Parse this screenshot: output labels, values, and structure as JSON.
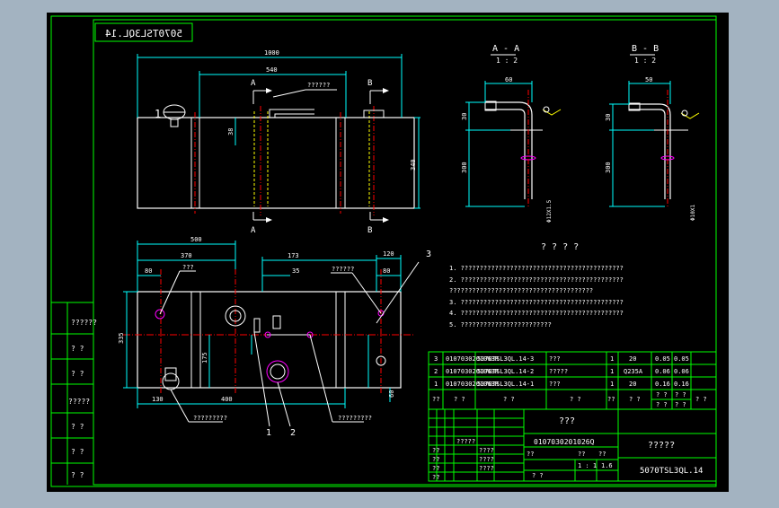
{
  "colors": {
    "canvas": "#000000",
    "chrome": "#a3b3c1",
    "frame": "#00ff00",
    "outline": "#ffffff",
    "dimension": "#00ffff",
    "centerline": "#ff0000",
    "hidden": "#ffff00",
    "pipe": "#ff00ff"
  },
  "drawing": {
    "code_mirrored": "5070TSL3QL.14",
    "dim_total_length": "1000",
    "dim_540": "540",
    "dim_height_340": "340",
    "dim_38": "38",
    "section_mark_a": "A",
    "section_mark_b": "B",
    "top_note": "??????",
    "dim_500": "500",
    "dim_370": "370",
    "dim_173": "173",
    "dim_120": "120",
    "dim_80a": "80",
    "dim_80b": "80",
    "dim_35": "35",
    "dim_335": "335",
    "dim_175": "175",
    "dim_400": "400",
    "dim_130": "130",
    "dim_60": "60",
    "plan_note_1": "???",
    "plan_note_2": "??????",
    "plan_note_3": "?????????",
    "plan_note_4": "?????????",
    "balloon_1": "1",
    "balloon_2": "2",
    "balloon_3": "3",
    "section_a_title": "A - A",
    "section_a_scale": "1 : 2",
    "section_b_title": "B - B",
    "section_b_scale": "1 : 2",
    "sa_dim_width": "60",
    "sa_dim_30": "30",
    "sa_dim_300": "300",
    "sa_pipe_label": "Φ12X1.5",
    "sb_dim_width": "50",
    "sb_dim_30": "30",
    "sb_dim_300": "300",
    "sb_pipe_label": "Φ10X1"
  },
  "notes": {
    "heading": "? ? ? ?",
    "lines": [
      "1. ???????????????????????????????????????????",
      "2. ???????????????????????????????????????????",
      "   ??????????????????????????????????????",
      "3. ???????????????????????????????????????????",
      "4. ???????????????????????????????????????????",
      "5. ????????????????????????"
    ]
  },
  "bom": {
    "rows": [
      {
        "idx": "3",
        "code": "0107030201063R",
        "name": "5070TSL3QL.14-3",
        "desc": "???",
        "qty": "1",
        "mat": "20",
        "w1": "0.05",
        "w2": "0.05"
      },
      {
        "idx": "2",
        "code": "0107030201063R",
        "name": "5070TSL3QL.14-2",
        "desc": "?????",
        "qty": "1",
        "mat": "Q235A",
        "w1": "0.06",
        "w2": "0.06"
      },
      {
        "idx": "1",
        "code": "0107030201063R",
        "name": "5070TSL3QL.14-1",
        "desc": "???",
        "qty": "1",
        "mat": "20",
        "w1": "0.16",
        "w2": "0.16"
      }
    ],
    "header": {
      "idx": "??",
      "code": "? ?",
      "name": "? ?",
      "desc": "? ?",
      "qty": "??",
      "mat": "? ?",
      "w1": "? ?",
      "w2": "? ?",
      "w_sub1": "? ?",
      "w_sub2": "? ?",
      "note": "? ?"
    }
  },
  "title_block": {
    "part_name": "???",
    "part_code": "0107030201026Q",
    "company": "?????",
    "drawing_no": "5070TSL3QL.14",
    "row_labels": [
      "??",
      "??",
      "??",
      "??"
    ],
    "label_col": [
      "?????",
      "????",
      "????",
      "????"
    ],
    "scale": "1 : 1",
    "weight": "1.6",
    "page_label": "? ?"
  },
  "left_strip": {
    "cells": [
      "??????",
      "? ?",
      "? ?",
      "?????",
      "? ?",
      "? ?",
      "? ?"
    ]
  }
}
